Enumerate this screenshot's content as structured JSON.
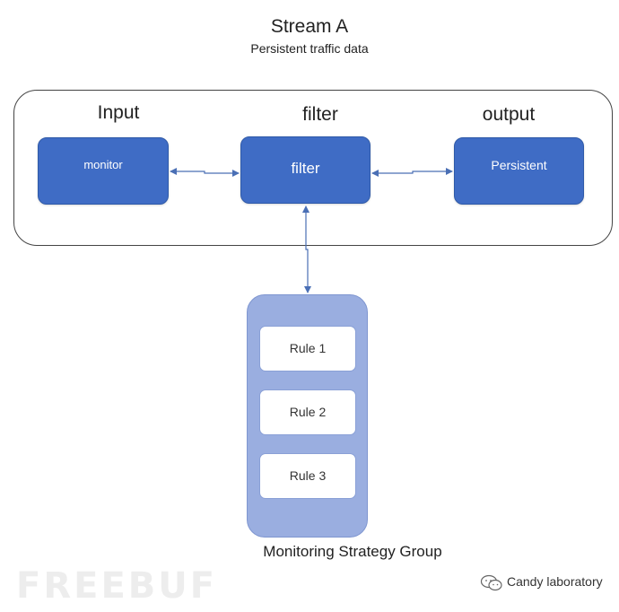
{
  "diagram": {
    "title": "Stream A",
    "subtitle": "Persistent traffic data",
    "columns": {
      "input": "Input",
      "filter": "filter",
      "output": "output"
    },
    "nodes": {
      "monitor": "monitor",
      "filter": "filter",
      "persistent": "Persistent"
    },
    "group": {
      "label": "Monitoring Strategy Group",
      "rules": [
        "Rule 1",
        "Rule 2",
        "Rule 3"
      ]
    },
    "colors": {
      "node_fill": "#3f6cc5",
      "group_fill": "#9aaee0",
      "connector": "#4a6fb5"
    }
  },
  "watermarks": {
    "site": "FREEBUF",
    "account": "Candy laboratory",
    "icon": "wechat-icon"
  }
}
